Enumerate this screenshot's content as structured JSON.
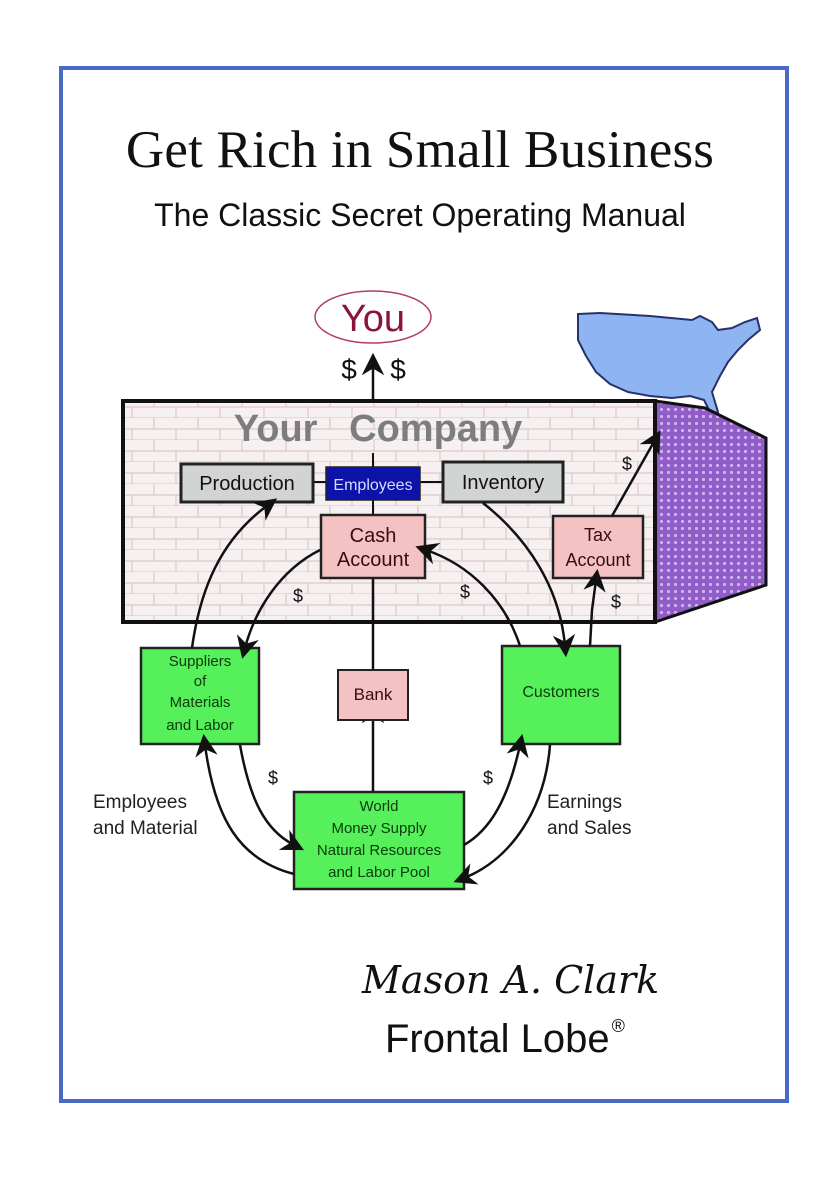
{
  "cover": {
    "title": "Get Rich in Small Business",
    "subtitle": "The Classic Secret Operating Manual",
    "author": "Mason A. Clark",
    "publisher": "Frontal Lobe",
    "publisher_mark": "®"
  },
  "diagram": {
    "you": "You",
    "dollar_left": "$",
    "dollar_right": "$",
    "company_title": "Your   Company",
    "production": "Production",
    "employees": "Employees",
    "inventory": "Inventory",
    "cash_account": [
      "Cash",
      "Account"
    ],
    "tax_account": [
      "Tax",
      "Account"
    ],
    "bank": "Bank",
    "suppliers": [
      "Suppliers",
      "of",
      "Materials",
      "and Labor"
    ],
    "customers": "Customers",
    "world": [
      "World",
      "Money Supply",
      "Natural Resources",
      "and Labor Pool"
    ],
    "employees_material": [
      "Employees",
      "and Material"
    ],
    "earnings_sales": [
      "Earnings",
      "and Sales"
    ],
    "dollar_sign": "$"
  },
  "colors": {
    "frame": "#4a6bc4",
    "you_text": "#8b1538",
    "brick_bg": "#f4eeee",
    "gray_box": "#d2d4d4",
    "employees_box": "#0d12a8",
    "pink_box": "#f4c2c2",
    "green_box": "#55f05a",
    "side_purple": "#9f6fd1",
    "usa_blue": "#8fb4f2"
  }
}
